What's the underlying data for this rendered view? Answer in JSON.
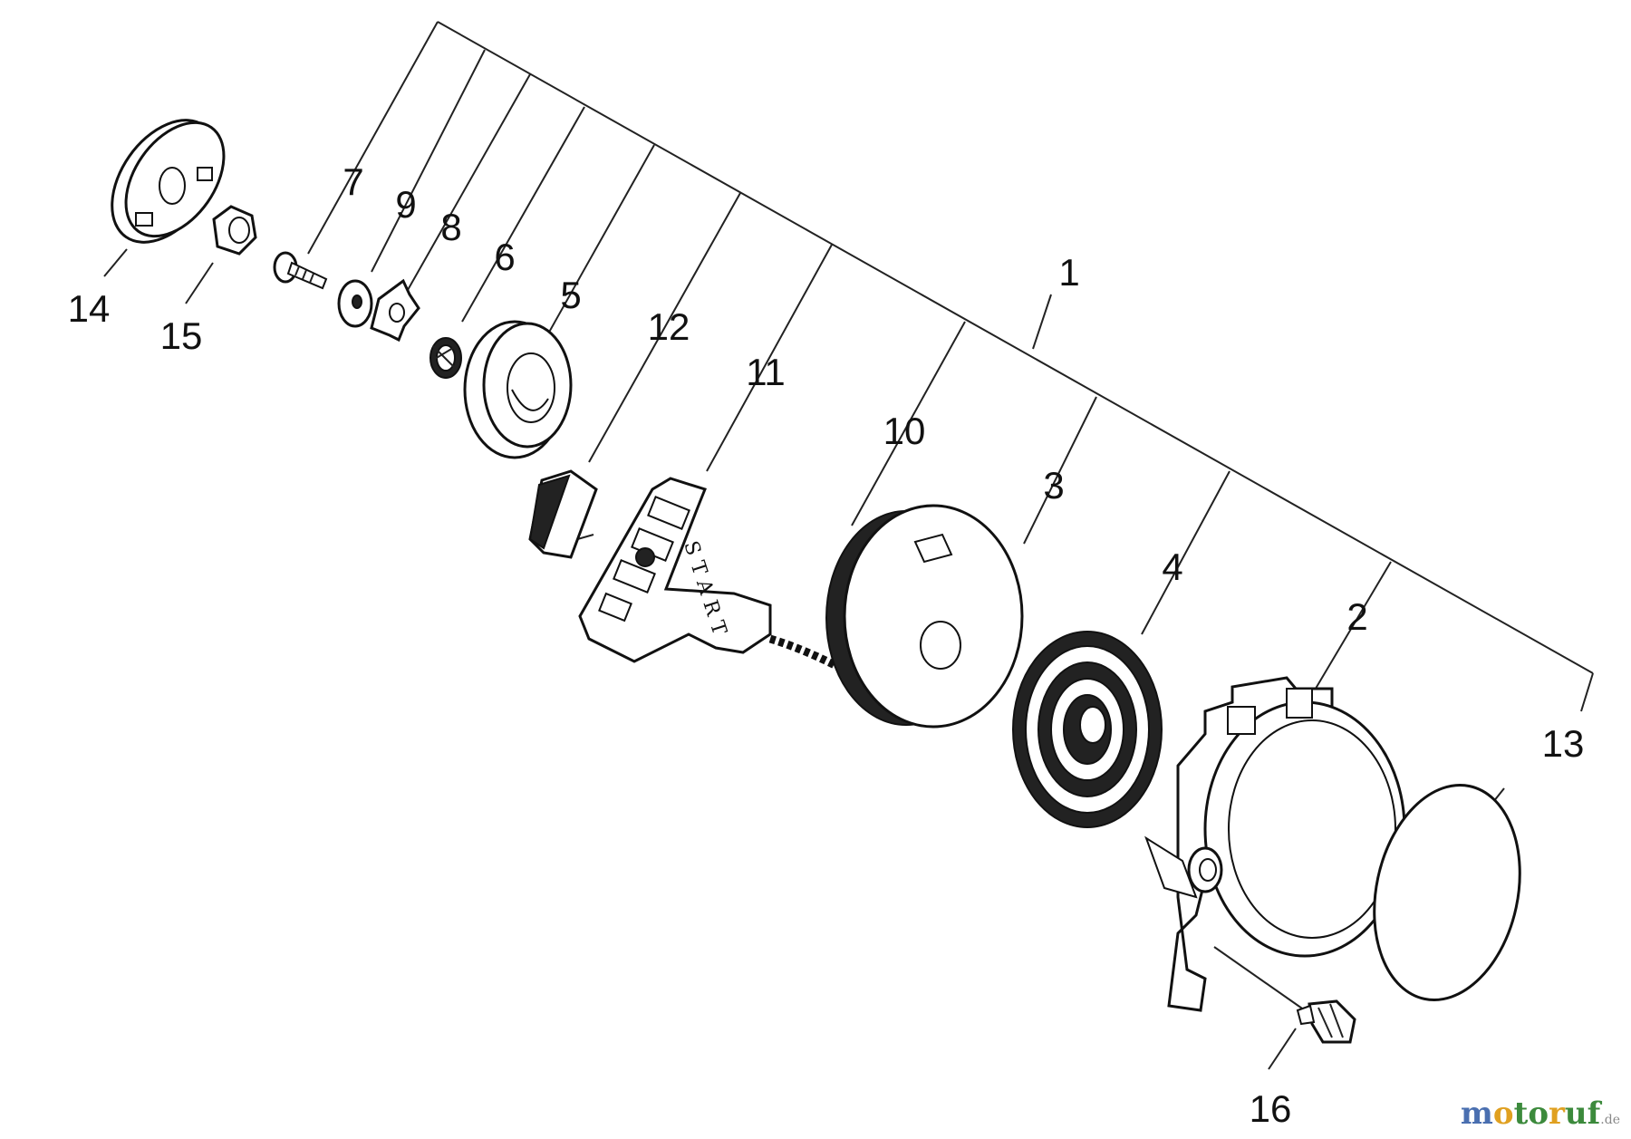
{
  "callouts": {
    "n1": "1",
    "n2": "2",
    "n3": "3",
    "n4": "4",
    "n5": "5",
    "n6": "6",
    "n7": "7",
    "n8": "8",
    "n9": "9",
    "n10": "10",
    "n11": "11",
    "n12": "12",
    "n13": "13",
    "n14": "14",
    "n15": "15",
    "n16": "16"
  },
  "handle_text": "START",
  "watermark": {
    "text": "motoruf",
    "suffix": ".de"
  },
  "colors": {
    "line": "#222222",
    "watermark_m": "#4a6fb0",
    "watermark_o": "#e0a020",
    "watermark_rest": "#3c8a3c"
  }
}
